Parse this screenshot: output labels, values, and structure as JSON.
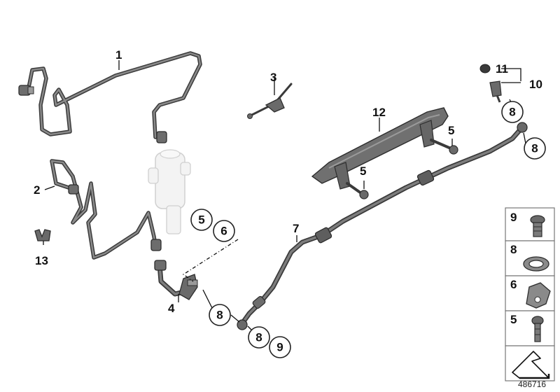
{
  "diagram": {
    "callouts": {
      "c1": "1",
      "c2": "2",
      "c3": "3",
      "c4": "4",
      "c5a": "5",
      "c5b": "5",
      "c5c": "5",
      "c6": "6",
      "c7": "7",
      "c8a": "8",
      "c8b": "8",
      "c8c": "8",
      "c8d": "8",
      "c9": "9",
      "c10": "10",
      "c11": "11",
      "c12": "12",
      "c13": "13"
    },
    "legend": {
      "items": [
        {
          "num": "9",
          "part": "banjo bolt"
        },
        {
          "num": "8",
          "part": "sealing ring"
        },
        {
          "num": "6",
          "part": "retaining clip"
        },
        {
          "num": "5",
          "part": "hex bolt"
        }
      ],
      "arrow_icon": "direction-of-travel-icon"
    },
    "reference_number": "486716",
    "colors": {
      "line": "#3a3a3a",
      "line_highlight": "#8a8a8a",
      "cylinder": "#f2f2f2",
      "label": "#111111"
    }
  }
}
